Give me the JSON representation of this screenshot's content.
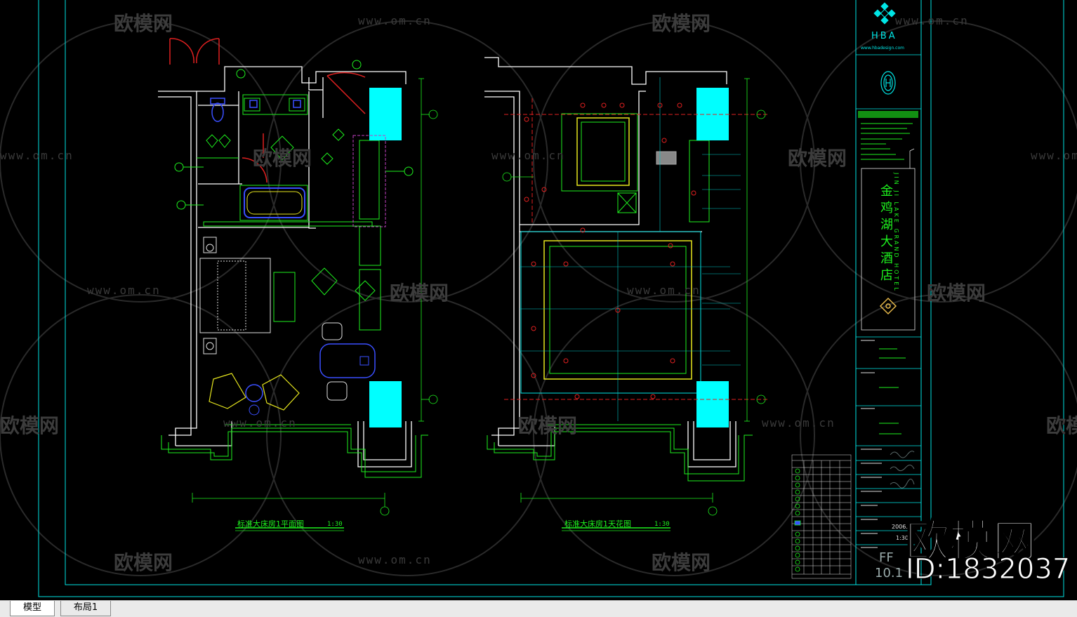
{
  "watermarks": {
    "site": "www.om.cn",
    "brand": "欧模网",
    "corner_brand": "欧模网",
    "corner_id": "ID:1832037"
  },
  "plans": {
    "floor_plan_title": "标准大床房1平面图",
    "floor_plan_scale": "1:30",
    "ceiling_plan_title": "标准大床房1天花图",
    "ceiling_plan_scale": "1:30"
  },
  "title_block": {
    "logo_text": "HBA",
    "website": "www.hbadesign.com",
    "hotel_name_cn": "金鸡湖大酒店",
    "hotel_name_en": "JIN JI LAKE GRAND HOTEL",
    "date": "2006.12",
    "scale": "1:30",
    "sheet_code": "FF",
    "sheet_no": "10.1"
  },
  "tabs": [
    {
      "label": "模型",
      "active": true
    },
    {
      "label": "布局1",
      "active": false
    }
  ],
  "colors": {
    "background": "#000000",
    "cyan": "#00e5e5",
    "green": "#1ef01e",
    "yellow": "#e6e61e",
    "red": "#e02020",
    "blue": "#3a4fff",
    "magenta": "#c040c0"
  }
}
